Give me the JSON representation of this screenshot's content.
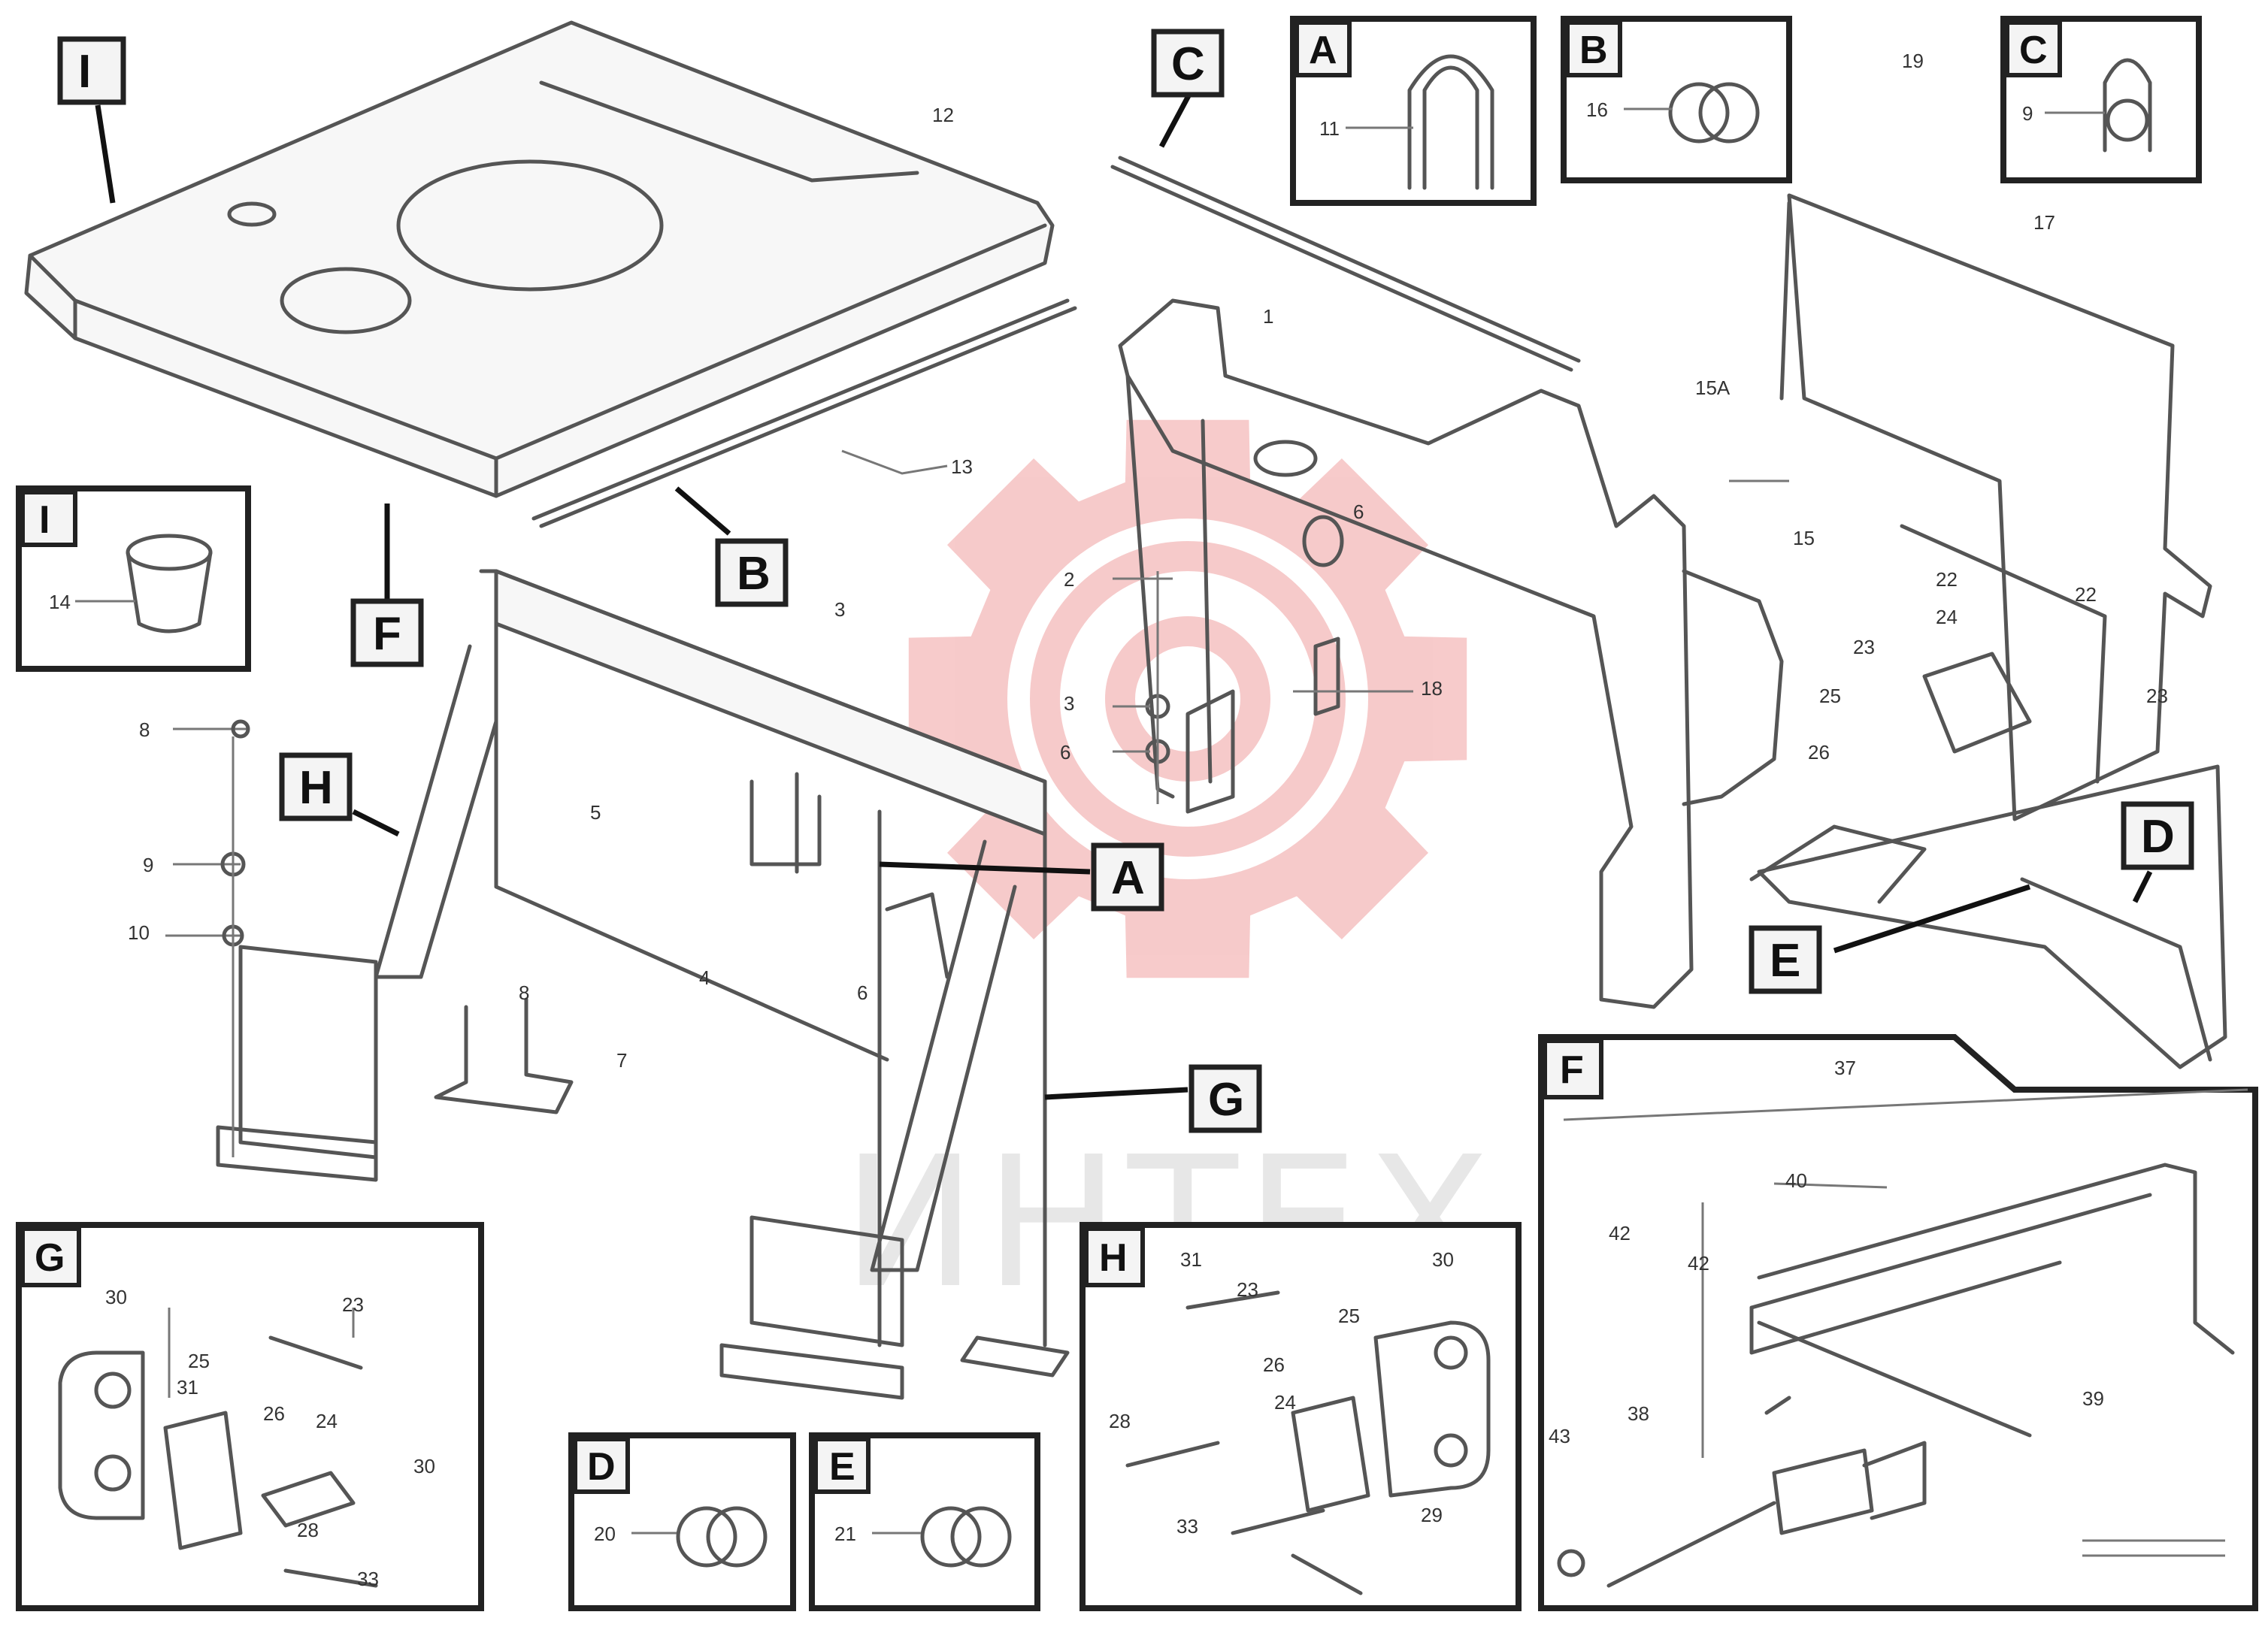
{
  "watermark": {
    "text": "ИНТЕХ",
    "gear_color": "#f4b9b9"
  },
  "doc_number": "",
  "callouts": [
    {
      "id": "I",
      "label": "I"
    },
    {
      "id": "C",
      "label": "C"
    },
    {
      "id": "B",
      "label": "B"
    },
    {
      "id": "F",
      "label": "F"
    },
    {
      "id": "H",
      "label": "H"
    },
    {
      "id": "A",
      "label": "A"
    },
    {
      "id": "G",
      "label": "G"
    },
    {
      "id": "D",
      "label": "D"
    },
    {
      "id": "E",
      "label": "E"
    }
  ],
  "insets": [
    {
      "id": "A",
      "label": "A",
      "parts": [
        "11"
      ]
    },
    {
      "id": "B",
      "label": "B",
      "parts": [
        "16"
      ]
    },
    {
      "id": "C",
      "label": "C",
      "parts": [
        "9"
      ]
    },
    {
      "id": "I",
      "label": "I",
      "parts": [
        "14"
      ]
    },
    {
      "id": "G",
      "label": "G",
      "parts": [
        "30",
        "31",
        "23",
        "25",
        "26",
        "24",
        "28",
        "33",
        "30"
      ]
    },
    {
      "id": "D",
      "label": "D",
      "parts": [
        "20"
      ]
    },
    {
      "id": "E",
      "label": "E",
      "parts": [
        "21"
      ]
    },
    {
      "id": "H",
      "label": "H",
      "parts": [
        "31",
        "23",
        "30",
        "25",
        "26",
        "24",
        "28",
        "33",
        "29"
      ]
    },
    {
      "id": "F",
      "label": "F",
      "parts": [
        "37",
        "40",
        "42",
        "42",
        "38",
        "43",
        "39"
      ]
    }
  ],
  "part_numbers": {
    "main": [
      "12",
      "13",
      "5",
      "3",
      "8",
      "10",
      "9",
      "8",
      "4",
      "6",
      "7",
      "6",
      "1",
      "2",
      "3",
      "6",
      "19",
      "18",
      "15A",
      "15",
      "17",
      "22",
      "22",
      "23",
      "24",
      "25",
      "26",
      "23"
    ]
  },
  "colors": {
    "line": "#555555",
    "frame": "#222222",
    "watermark_gear": "#f4b9b9"
  }
}
